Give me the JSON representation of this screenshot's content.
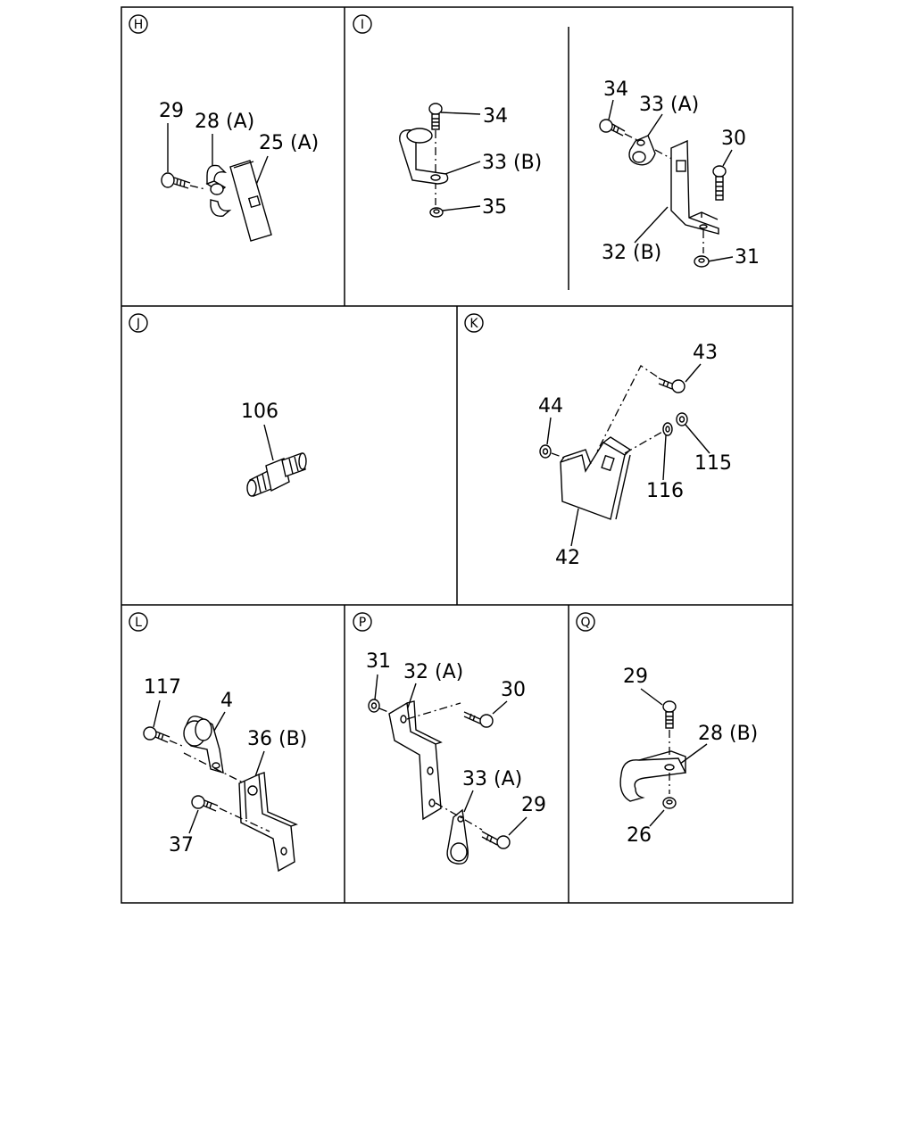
{
  "panels": {
    "H": {
      "letter": "H",
      "labels": {
        "l29": "29",
        "l28a": "28 (A)",
        "l25a": "25 (A)"
      }
    },
    "I": {
      "letter": "I",
      "labels": {
        "l34a": "34",
        "l33b": "33 (B)",
        "l35": "35",
        "l34b": "34",
        "l33a": "33 (A)",
        "l30": "30",
        "l32b": "32 (B)",
        "l31": "31"
      }
    },
    "J": {
      "letter": "J",
      "labels": {
        "l106": "106"
      }
    },
    "K": {
      "letter": "K",
      "labels": {
        "l43": "43",
        "l44": "44",
        "l115": "115",
        "l116": "116",
        "l42": "42"
      }
    },
    "L": {
      "letter": "L",
      "labels": {
        "l117": "117",
        "l4": "4",
        "l36b": "36 (B)",
        "l37": "37"
      }
    },
    "P": {
      "letter": "P",
      "labels": {
        "l31": "31",
        "l32a": "32 (A)",
        "l30": "30",
        "l33a": "33 (A)",
        "l29": "29"
      }
    },
    "Q": {
      "letter": "Q",
      "labels": {
        "l29": "29",
        "l28b": "28 (B)",
        "l26": "26"
      }
    }
  }
}
